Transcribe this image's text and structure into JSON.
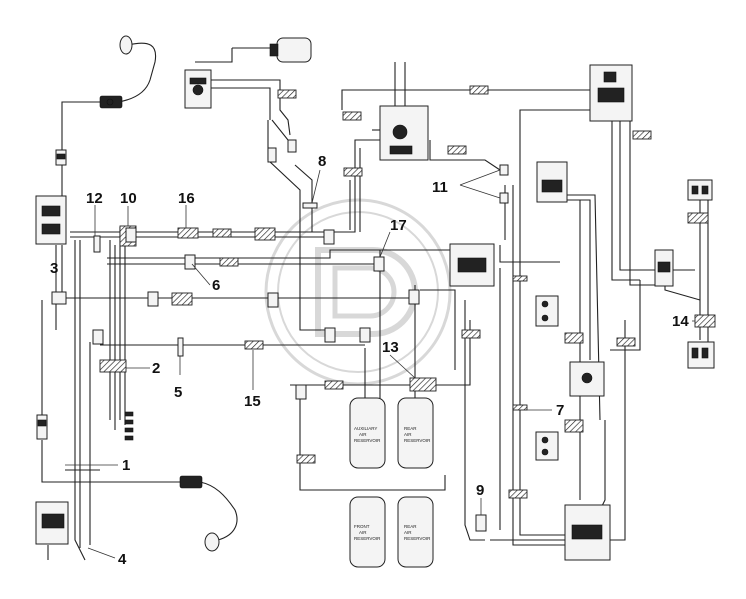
{
  "callouts": [
    {
      "id": "1",
      "label": "1"
    },
    {
      "id": "2",
      "label": "2"
    },
    {
      "id": "3",
      "label": "3"
    },
    {
      "id": "4",
      "label": "4"
    },
    {
      "id": "5",
      "label": "5"
    },
    {
      "id": "6",
      "label": "6"
    },
    {
      "id": "7",
      "label": "7"
    },
    {
      "id": "8",
      "label": "8"
    },
    {
      "id": "9",
      "label": "9"
    },
    {
      "id": "10",
      "label": "10"
    },
    {
      "id": "11",
      "label": "11"
    },
    {
      "id": "12",
      "label": "12"
    },
    {
      "id": "13",
      "label": "13"
    },
    {
      "id": "14",
      "label": "14"
    },
    {
      "id": "15",
      "label": "15"
    },
    {
      "id": "16",
      "label": "16"
    },
    {
      "id": "17",
      "label": "17"
    }
  ],
  "tanks": [
    {
      "lines": [
        "AUXILIARY",
        "AIR",
        "RESERVOIR"
      ]
    },
    {
      "lines": [
        "REAR",
        "AIR",
        "RESERVOIR"
      ]
    },
    {
      "lines": [
        "FRONT",
        "AIR",
        "RESERVOIR"
      ]
    },
    {
      "lines": [
        "REAR",
        "AIR",
        "RESERVOIR"
      ]
    }
  ],
  "icons": [
    "watermark-logo-icon",
    "air-tank-icon",
    "valve-icon",
    "hose-fitting-icon",
    "brake-chamber-icon"
  ],
  "colors": {
    "line": "#222222",
    "background": "#ffffff",
    "watermark": "#d8d8d8"
  }
}
